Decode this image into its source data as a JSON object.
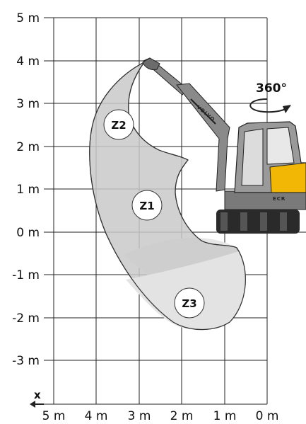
{
  "y_axis": {
    "ticks": [
      "5 m",
      "4 m",
      "3 m",
      "2 m",
      "1 m",
      "0 m",
      "-1 m",
      "-2 m",
      "-3 m"
    ]
  },
  "x_axis": {
    "label": "x",
    "ticks": [
      "5 m",
      "4 m",
      "3 m",
      "2 m",
      "1 m",
      "0 m"
    ]
  },
  "zones": {
    "z1": "Z1",
    "z2": "Z2",
    "z3": "Z3"
  },
  "rotation": {
    "label": "360°"
  },
  "machine": {
    "brand": "VOLVO",
    "model": "ECR"
  },
  "colors": {
    "zone_fill": "#c9c9c9",
    "zone_fill_light": "#e6e6e6",
    "grid": "#222222",
    "accent": "#f2b705"
  }
}
